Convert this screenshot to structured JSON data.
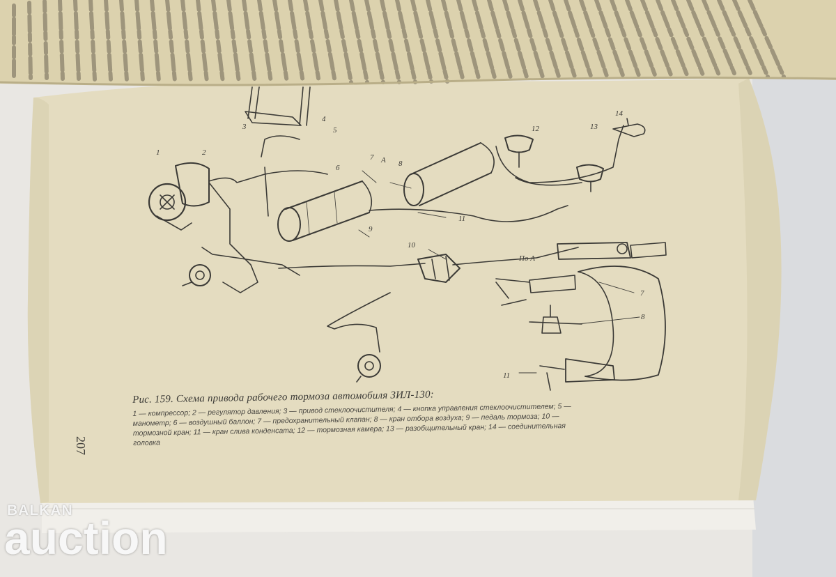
{
  "figure": {
    "title": "Рис. 159. Схема привода рабочего тормоза автомобиля ЗИЛ-130:",
    "legend": "1 — компрессор; 2 — регулятор давления; 3 — привод стеклоочистителя; 4 — кнопка управления стеклоочистителем; 5 — манометр; 6 — воздушный баллон; 7 — предохранительный клапан; 8 — кран отбора воздуха; 9 — педаль тормоза; 10 — тормозной кран; 11 — кран слива конденсата; 12 — тормозная камера; 13 — разобщительный кран; 14 — соединительная головка",
    "callouts": [
      "1",
      "2",
      "3",
      "4",
      "5",
      "6",
      "7",
      "8",
      "9",
      "10",
      "11",
      "12",
      "13",
      "14"
    ],
    "inset_callouts": [
      "7",
      "8",
      "11"
    ],
    "inset_label": "По А",
    "arrow_label": "А"
  },
  "page_number": "207",
  "watermark": {
    "small": "BALKAN",
    "big": "auction"
  },
  "colors": {
    "page": "#e6ddc2",
    "top_page": "#dcd2ae",
    "ink": "#3b3a36",
    "background": "#e9e7e3"
  }
}
